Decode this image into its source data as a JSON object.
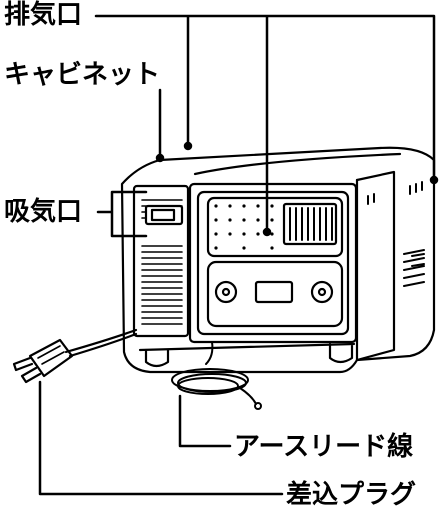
{
  "labels": {
    "exhaust_vent": "排気口",
    "cabinet": "キャビネット",
    "intake_vent": "吸気口",
    "earth_lead": "アースリード線",
    "power_plug": "差込プラグ"
  },
  "colors": {
    "ink": "#000000",
    "paper": "#ffffff",
    "panel": "#fafafa"
  }
}
